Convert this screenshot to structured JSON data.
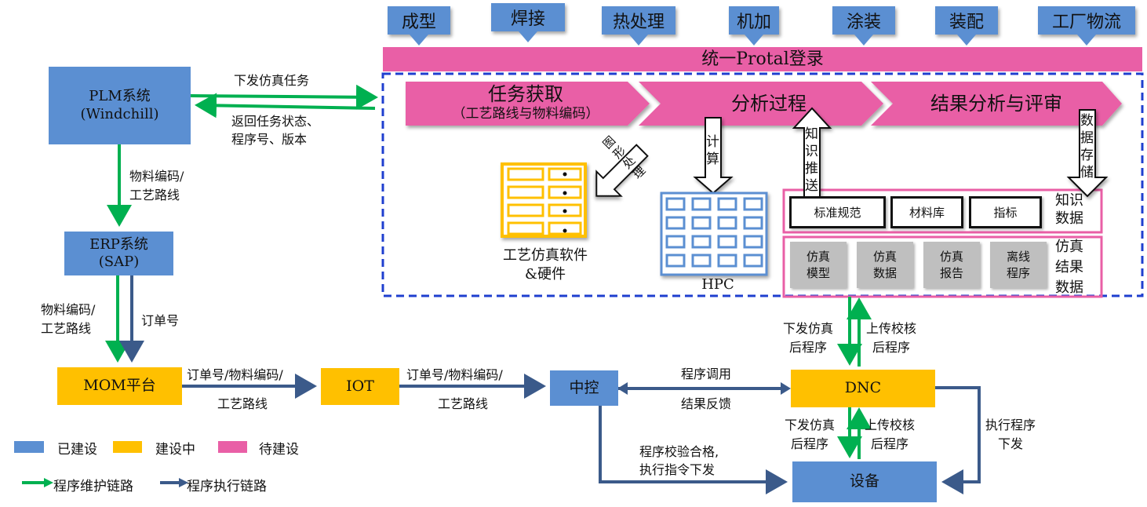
{
  "colors": {
    "built": "#5b8fd2",
    "in_progress": "#ffc000",
    "planned": "#e95fa6",
    "maintenance_link": "#00b050",
    "execution_link": "#3b5a8a",
    "dashed_border": "#1f3fcf"
  },
  "top_processes": [
    "成型",
    "焊接",
    "热处理",
    "机加",
    "涂装",
    "装配",
    "工厂物流"
  ],
  "portal": {
    "label": "统一Protal登录"
  },
  "stages": [
    {
      "title": "任务获取",
      "subtitle": "（工艺路线与物料编码）"
    },
    {
      "title": "分析过程"
    },
    {
      "title": "结果分析与评审"
    }
  ],
  "vertical_arrows": {
    "graphics": "图形处理",
    "compute": "计算",
    "knowledge_push": "知识推送",
    "data_storage": "数据存储"
  },
  "software": {
    "label_line1": "工艺仿真软件",
    "label_line2": "&硬件"
  },
  "hpc": {
    "label": "HPC"
  },
  "knowledge": {
    "items": [
      "标准规范",
      "材料库",
      "指标"
    ],
    "label_line1": "知识",
    "label_line2": "数据"
  },
  "sim_results": {
    "items": [
      {
        "line1": "仿真",
        "line2": "模型"
      },
      {
        "line1": "仿真",
        "line2": "数据"
      },
      {
        "line1": "仿真",
        "line2": "报告"
      },
      {
        "line1": "离线",
        "line2": "程序"
      }
    ],
    "label_line1": "仿真",
    "label_line2": "结果",
    "label_line3": "数据"
  },
  "systems": {
    "plm": {
      "line1": "PLM系统",
      "line2": "(Windchill)"
    },
    "erp": {
      "line1": "ERP系统",
      "line2": "(SAP)"
    },
    "mom": "MOM平台",
    "iot": "IOT",
    "central": "中控",
    "dnc": "DNC",
    "equipment": "设备"
  },
  "edges": {
    "plm_out": "下发仿真任务",
    "plm_back_line1": "返回任务状态、",
    "plm_back_line2": "程序号、版本",
    "plm_erp_line1": "物料编码/",
    "plm_erp_line2": "工艺路线",
    "erp_mom_line1": "物料编码/",
    "erp_mom_line2": "工艺路线",
    "erp_mom_order": "订单号",
    "mom_iot_line1": "订单号/物料编码/",
    "mom_iot_line2": "工艺路线",
    "iot_central_line1": "订单号/物料编码/",
    "iot_central_line2": "工艺路线",
    "central_dnc_top": "程序调用",
    "central_dnc_bottom": "结果反馈",
    "portal_dnc_down_line1": "下发仿真",
    "portal_dnc_down_line2": "后程序",
    "portal_dnc_up_line1": "上传校核",
    "portal_dnc_up_line2": "后程序",
    "dnc_eq_down_line1": "下发仿真",
    "dnc_eq_down_line2": "后程序",
    "dnc_eq_up_line1": "上传校核",
    "dnc_eq_up_line2": "后程序",
    "central_eq_line1": "程序校验合格,",
    "central_eq_line2": "执行指令下发",
    "dnc_eq_exec_line1": "执行程序",
    "dnc_eq_exec_line2": "下发"
  },
  "legend": {
    "built": "已建设",
    "in_progress": "建设中",
    "planned": "待建设",
    "maintenance_link": "程序维护链路",
    "execution_link": "程序执行链路"
  }
}
